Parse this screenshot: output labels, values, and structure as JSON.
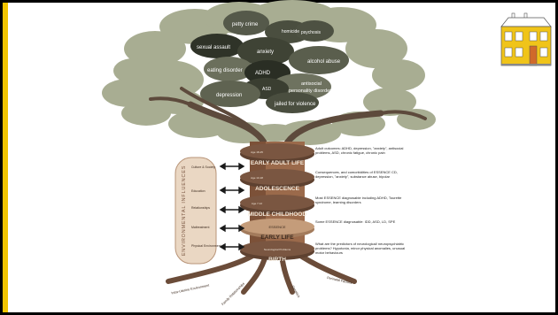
{
  "canopy_labels": {
    "petty_crime": "petty crime",
    "homicide": "homicide",
    "psychosis": "psychosis",
    "sexual_assault": "sexual assault",
    "anxiety": "anxiety",
    "eating_disorder": "eating disorder",
    "adhd": "ADHD",
    "alcohol_abuse": "alcohol abuse",
    "asd": "ASD",
    "antisocial_1": "antisocial",
    "antisocial_2": "personality disorder",
    "depression": "depression",
    "jailed": "jailed for violence"
  },
  "influences": {
    "title": "ENVIRONMENTAL INFLUENCES",
    "items": [
      "Culture & Society",
      "Education",
      "Relationships",
      "Maltreatment",
      "Physical Environment"
    ]
  },
  "stages": [
    {
      "label": "EARLY ADULT LIFE",
      "tag": "Age 18-25"
    },
    {
      "label": "ADOLESCENCE",
      "tag": "Age 13-18"
    },
    {
      "label": "MIDDLE CHILDHOOD",
      "tag": "Age 7-12"
    },
    {
      "label": "EARLY LIFE",
      "tag": "ESSENCE"
    },
    {
      "label": "BIRTH",
      "tag": "Neurological Problems"
    }
  ],
  "descriptions": [
    "Adult outcomes: ADHD, depression, \"anxiety\", antisocial problems, ASD, chronic fatigue, chronic pain",
    "Consequences, and comorbidities of ESSENCE CD, depression, \"anxiety\", substance abuse, bipolar",
    "Most ESSENCE diagnosable including ADHD, Tourette syndrome, learning disorders",
    "Some ESSENCE diagnosable: IDD, ASD, LD, SPE",
    "What are the predictors of neurological/ neuropsychiatric problems? Hypotonia, minor physical anomalies, unusual motor behaviours"
  ],
  "roots": [
    "Intra-Uterine Environment",
    "Family Relationships",
    "Genetics",
    "Perinatal Factors"
  ],
  "colors": {
    "accent_bar": "#f2c400",
    "leaf_light": "#a8ad92",
    "leaf_dark": "#3b4032",
    "trunk": "#8a5a3c",
    "disc": "#6b4a36",
    "house": "#f0c419"
  }
}
